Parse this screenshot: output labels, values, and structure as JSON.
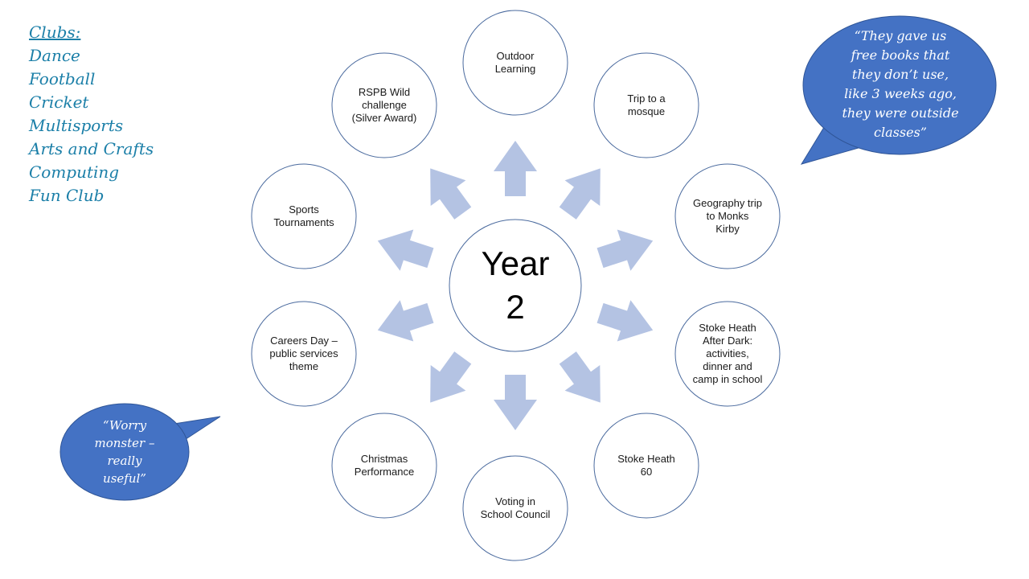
{
  "clubs": {
    "title": "Clubs:",
    "items": [
      "Dance",
      "Football",
      "Cricket",
      "Multisports",
      "Arts and Crafts",
      "Computing",
      "Fun Club"
    ]
  },
  "center": {
    "line1": "Year",
    "line2": "2"
  },
  "nodes": [
    {
      "id": "outdoor-learning",
      "lines": [
        "Outdoor",
        "Learning"
      ]
    },
    {
      "id": "trip-mosque",
      "lines": [
        "Trip to a",
        "mosque"
      ]
    },
    {
      "id": "geography-trip",
      "lines": [
        "Geography trip",
        "to Monks",
        "Kirby"
      ]
    },
    {
      "id": "after-dark",
      "lines": [
        "Stoke Heath",
        "After Dark:",
        "activities,",
        "dinner and",
        "camp in school"
      ]
    },
    {
      "id": "stoke-heath-60",
      "lines": [
        "Stoke Heath",
        "60"
      ]
    },
    {
      "id": "voting",
      "lines": [
        "Voting in",
        "School Council"
      ]
    },
    {
      "id": "christmas",
      "lines": [
        "Christmas",
        "Performance"
      ]
    },
    {
      "id": "careers-day",
      "lines": [
        "Careers Day –",
        "public services",
        "theme"
      ]
    },
    {
      "id": "sports-tournaments",
      "lines": [
        "Sports",
        "Tournaments"
      ]
    },
    {
      "id": "rspb",
      "lines": [
        "RSPB Wild",
        "challenge",
        "(Silver Award)"
      ]
    }
  ],
  "quotes": {
    "right": [
      "“They gave us",
      "free books that",
      "they don’t use,",
      "like 3 weeks ago,",
      "they were outside",
      "classes”"
    ],
    "left": [
      "“Worry",
      "monster –",
      "really",
      "useful”"
    ]
  },
  "colors": {
    "circle_stroke": "#4a6a9e",
    "arrow_fill": "#b4c3e3",
    "bubble_fill": "#4472c4",
    "bubble_stroke": "#2f5597",
    "clubs_text": "#1b7fa8"
  }
}
